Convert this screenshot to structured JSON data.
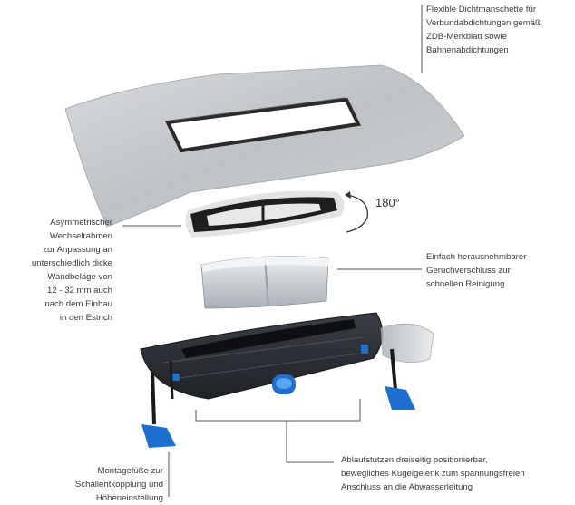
{
  "callouts": {
    "membrane": {
      "lines": [
        "Flexible Dichtmanschette für",
        "Verbundabdichtungen gemäß",
        "ZDB-Merkblatt sowie",
        "Bahnenabdichtungen"
      ]
    },
    "frame": {
      "lines": [
        "Asymmetrischer",
        "Wechselrahmen",
        "zur Anpassung an",
        "unterschiedlich dicke",
        "Wandbeläge von",
        "12 - 32 mm auch",
        "nach dem Einbau",
        "in den Estrich"
      ]
    },
    "trap": {
      "lines": [
        "Einfach herausnehmbarer",
        "Geruchverschluss zur",
        "schnellen Reinigung"
      ]
    },
    "outlet": {
      "lines": [
        "Ablaufstutzen dreiseitig positionierbar,",
        "bewegliches Kugelgelenk zum spannungsfreien",
        "Anschluss an die Abwasserleitung"
      ]
    },
    "feet": {
      "lines": [
        "Montagefüße zur",
        "Schallentkopplung und",
        "Höheneinstellung"
      ]
    }
  },
  "rotation": {
    "label": "180°"
  },
  "colors": {
    "membrane": "#c9cbcd",
    "frame": "#1e1e1e",
    "trap": "#d4d8db",
    "body": "#2b2f34",
    "accent_blue": "#1f6fd1",
    "leader_line": "#555555"
  }
}
